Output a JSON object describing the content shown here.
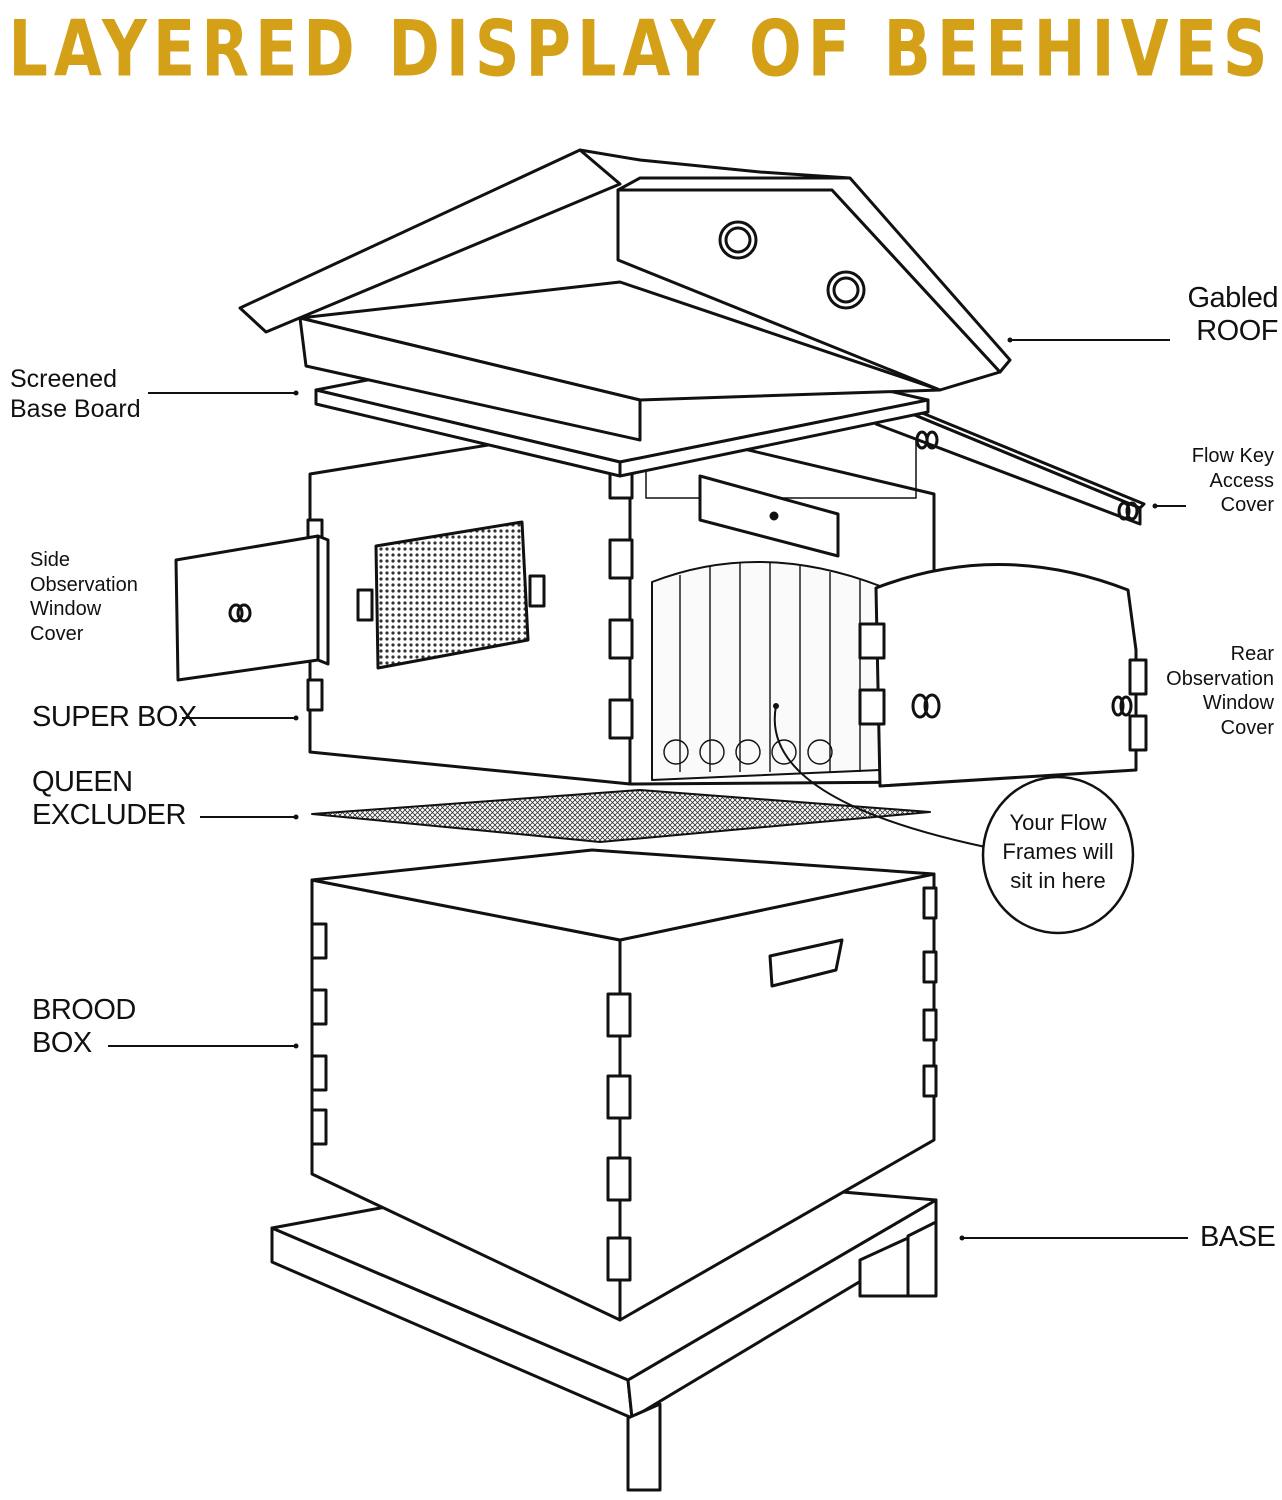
{
  "title": "LAYERED DISPLAY OF BEEHIVES",
  "colors": {
    "title": "#d4a017",
    "line": "#111111",
    "background": "#ffffff"
  },
  "labels": {
    "gabled_roof": "Gabled\nROOF",
    "screened_base_board": "Screened\nBase Board",
    "flow_key_access_cover": "Flow Key\nAccess\nCover",
    "side_observation_window_cover": "Side\nObservation\nWindow\nCover",
    "rear_observation_window_cover": "Rear\nObservation\nWindow\nCover",
    "super_box": "SUPER BOX",
    "queen_excluder": "QUEEN\nEXCLUDER",
    "flow_frames_callout": "Your Flow\nFrames will\nsit in here",
    "brood_box": "BROOD\nBOX",
    "base": "BASE"
  }
}
